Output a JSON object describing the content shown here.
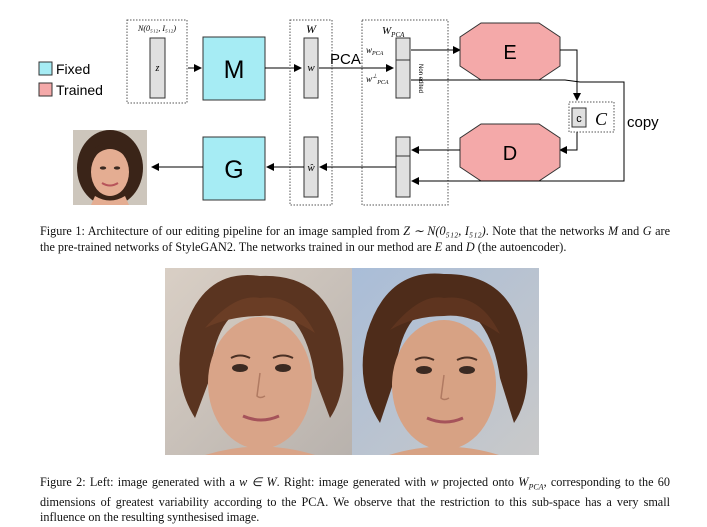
{
  "figure1": {
    "legend": {
      "fixed_label": "Fixed",
      "trained_label": "Trained",
      "fixed_color": "#a6ecf4",
      "trained_color": "#f4a9a9"
    },
    "blocks": {
      "M": "M",
      "G": "G",
      "E": "E",
      "D": "D",
      "C": "c"
    },
    "labels": {
      "normal": "N(0₅₁₂, I₅₁₂)",
      "z": "z",
      "W_space": "W",
      "w": "w",
      "w_hat": "ŵ",
      "pca": "PCA",
      "W_pca": "W",
      "W_pca_sub": "PCA",
      "w_pca": "w",
      "w_pca_sub": "PCA",
      "w_pca_perp": "w",
      "w_pca_perp_sub": "PCA",
      "perp_sup": "⊥",
      "non_edited": "Non edited",
      "calC": "C",
      "copy": "copy"
    },
    "caption": {
      "prefix": "Figure 1: Architecture of our editing pipeline for an image sampled from ",
      "math1": "Z ∼ N(0₅₁₂, I₅₁₂)",
      "mid1": ". Note that the networks ",
      "M": "M",
      "mid2": " and ",
      "G": "G",
      "mid3": " are the pre-trained networks of StyleGAN2. The networks trained in our method are ",
      "E": "E",
      "mid4": " and ",
      "D": "D",
      "suffix": " (the autoencoder)."
    }
  },
  "figure2": {
    "caption": {
      "prefix": "Figure 2: Left: image generated with a ",
      "math1": "w ∈ W",
      "mid1": ". Right: image generated with ",
      "w": "w",
      "mid2": " projected onto ",
      "math2": "W",
      "math2_sub": "PCA",
      "suffix": ", corresponding to the 60 dimensions of greatest variability according to the PCA. We observe that the restriction to this sub-space has a very small influence on the resulting synthesised image."
    }
  }
}
